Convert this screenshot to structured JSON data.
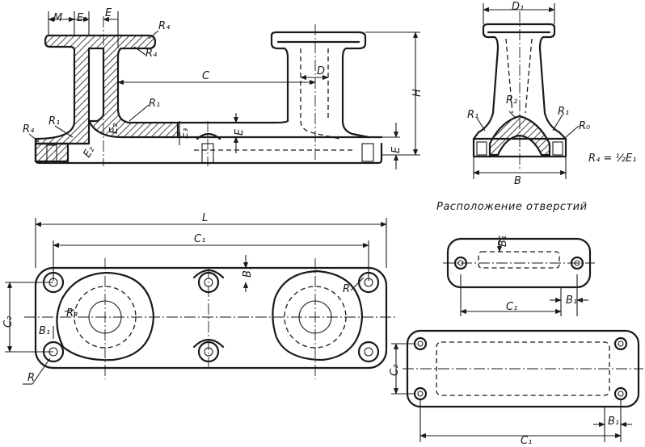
{
  "caption": "Расположение отверстий",
  "formula": "R₄ = ½E₁",
  "labels": {
    "M": "M",
    "E1": "E₁",
    "E": "E",
    "E2": "E₂",
    "E3": "E₃",
    "R1": "R₁",
    "R2": "R₂",
    "R4": "R₄",
    "R0": "R₀",
    "R3": "R₃",
    "R": "R",
    "C": "C",
    "D": "D",
    "H": "H",
    "D1": "D₁",
    "B": "B",
    "B1": "B₁",
    "L": "L",
    "C1": "C₁",
    "C2": "C₂"
  }
}
